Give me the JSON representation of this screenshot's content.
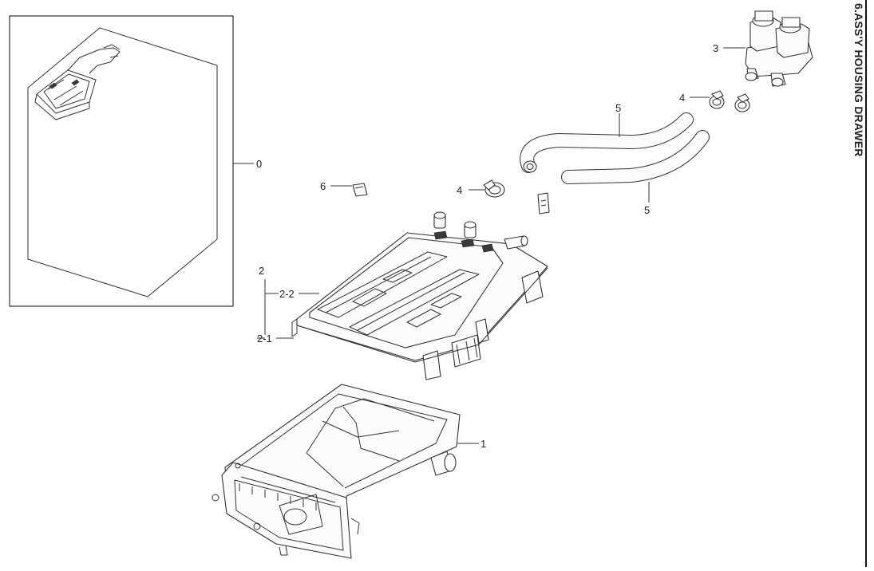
{
  "title": "6.ASS'Y HOUSING DRAWER",
  "callouts": {
    "c0": "0",
    "c1": "1",
    "c2": "2",
    "c2_1": "2-1",
    "c2_2": "2-2",
    "c3": "3",
    "c4a": "4",
    "c4b": "4",
    "c5a": "5",
    "c5b": "5",
    "c6": "6"
  }
}
